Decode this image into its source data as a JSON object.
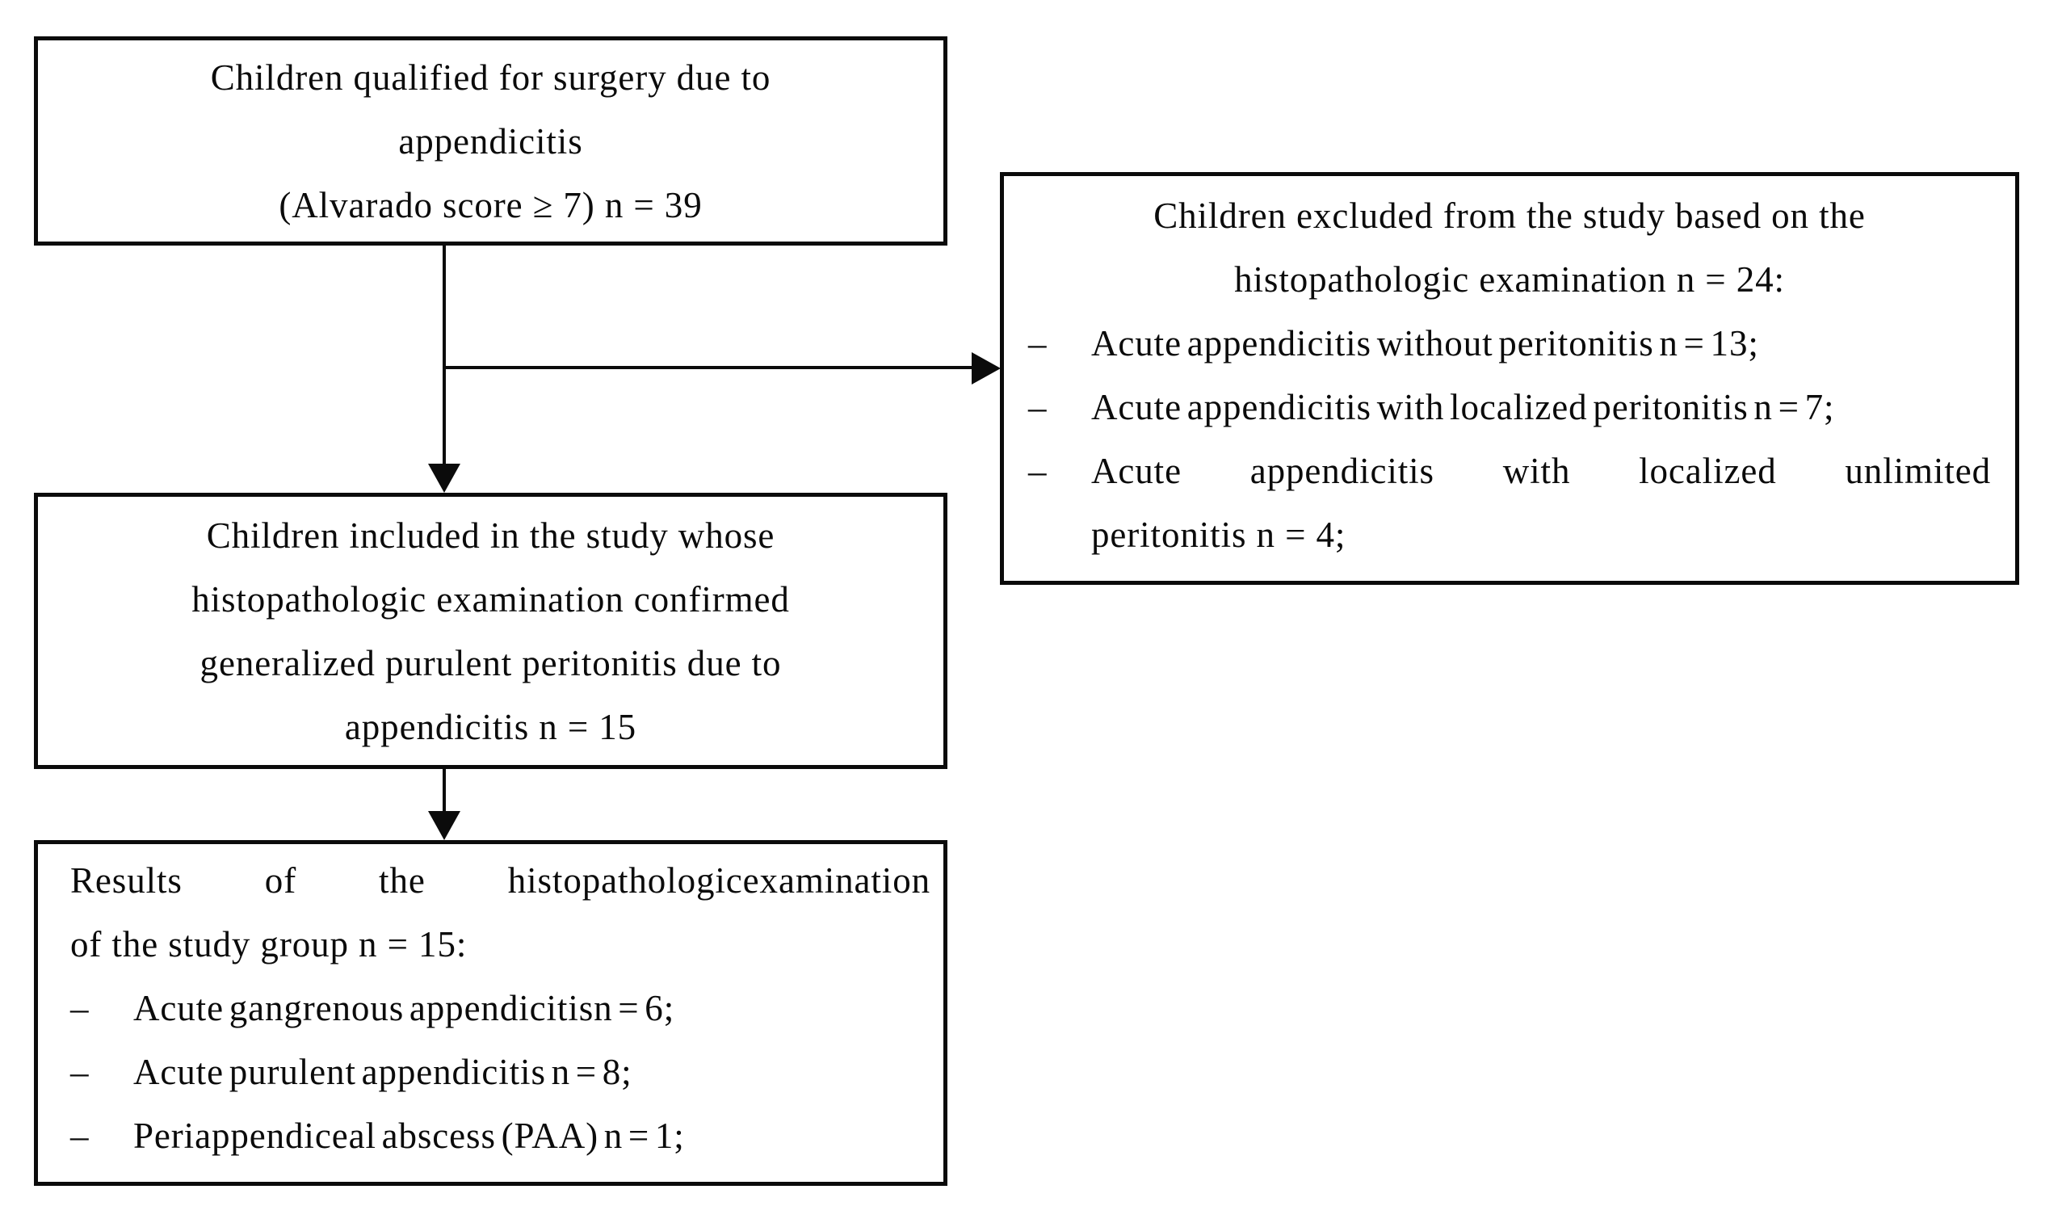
{
  "colors": {
    "ink": "#0b0b0b",
    "background": "#ffffff"
  },
  "bullet_dash": "–",
  "boxes": {
    "qualified": {
      "lines": [
        "Children qualified for surgery due to",
        "appendicitis",
        "(Alvarado score ≥ 7) n = 39"
      ]
    },
    "excluded": {
      "heading_lines": [
        "Children excluded from the study based on the",
        "histopathologic examination n = 24:"
      ],
      "items": [
        {
          "text": "Acute appendicitis without peritonitis n = 13;"
        },
        {
          "text": "Acute appendicitis with localized peritonitis n = 7;"
        },
        {
          "line1": "Acute appendicitis with localized unlimited",
          "line2": "peritonitis n = 4;"
        }
      ]
    },
    "included": {
      "lines": [
        "Children included in the study whose",
        "histopathologic examination confirmed",
        "generalized purulent peritonitis due to",
        "appendicitis n = 15"
      ]
    },
    "results": {
      "heading_lines": [
        "Results of the histopathologicexamination",
        "of the study group n = 15:"
      ],
      "items": [
        {
          "text": "Acute gangrenous appendicitisn = 6;"
        },
        {
          "text": "Acute purulent appendicitis n = 8;"
        },
        {
          "text": "Periappendiceal abscess (PAA) n = 1;"
        }
      ]
    }
  }
}
